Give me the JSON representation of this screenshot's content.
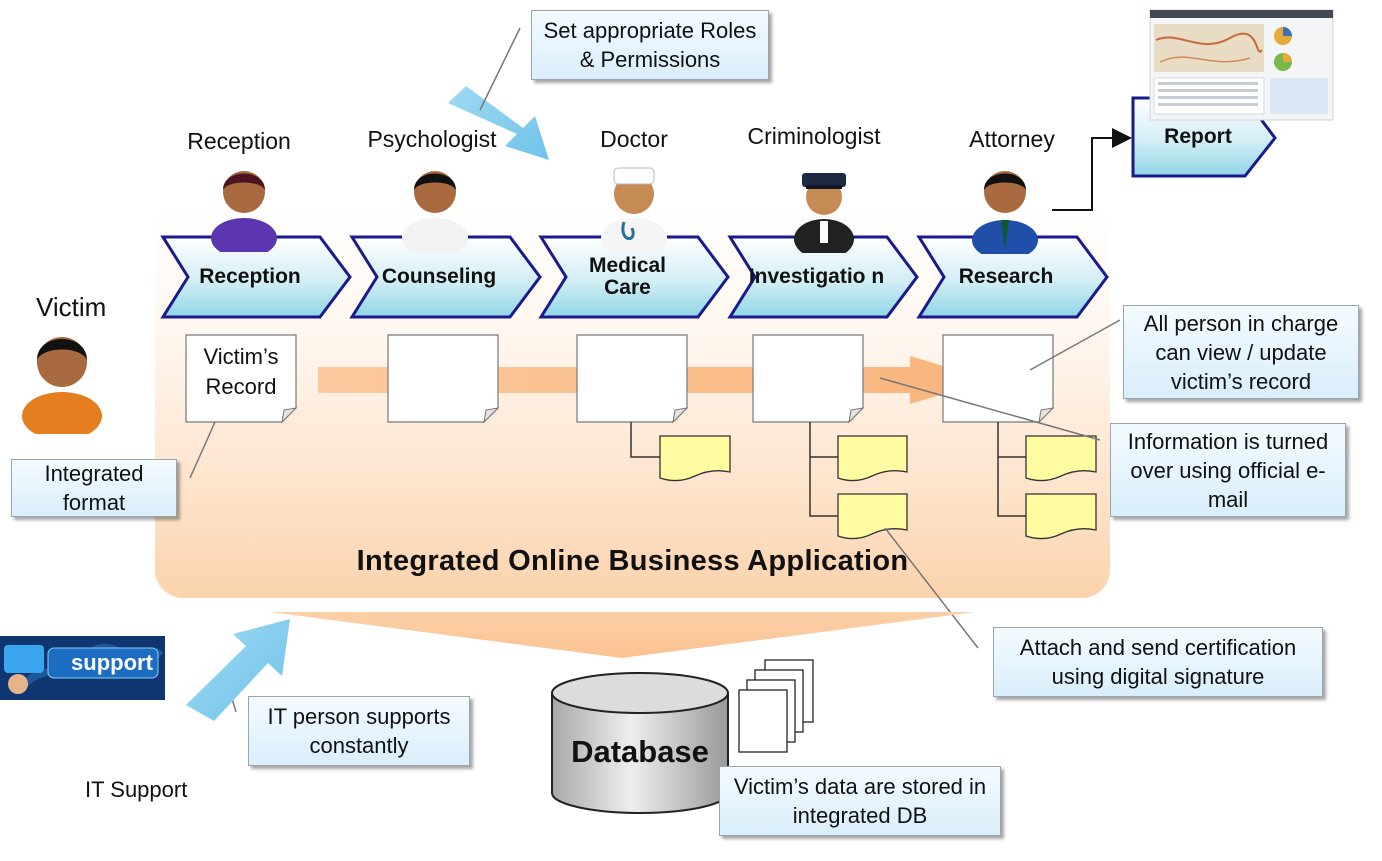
{
  "app": {
    "title": "Integrated Online Business Application"
  },
  "roles": [
    {
      "label": "Reception"
    },
    {
      "label": "Psychologist"
    },
    {
      "label": "Doctor"
    },
    {
      "label": "Criminologist"
    },
    {
      "label": "Attorney"
    }
  ],
  "stages": [
    {
      "label": "Reception"
    },
    {
      "label": "Counseling"
    },
    {
      "label": "Medical Care"
    },
    {
      "label": "Investigatio n"
    },
    {
      "label": "Research"
    }
  ],
  "report": {
    "label": "Report"
  },
  "victim": {
    "label": "Victim"
  },
  "record": {
    "label": "Victim’s Record"
  },
  "callouts": {
    "roles_permissions": "Set appropriate Roles & Permissions",
    "view_update": "All person in charge can view / update victim’s record",
    "official_email": "Information is turned over using official e-mail",
    "integrated_format": "Integrated format",
    "digital_signature": "Attach and send certification using digital signature",
    "it_person": "IT person supports constantly",
    "stored_db": "Victim’s data are stored in integrated DB"
  },
  "database": {
    "label": "Database"
  },
  "it_support": {
    "label": "IT Support",
    "banner_text": "support"
  },
  "colors": {
    "stage_border": "#1a1a8c",
    "stage_fill_top": "#ffffff",
    "stage_fill_bottom": "#8fd6e6",
    "flow_arrow": "#fbc79a",
    "blue_arrow": "#8ed3f0",
    "sticky_note": "#fefba0",
    "callout_fill": "#dcf0fb"
  }
}
